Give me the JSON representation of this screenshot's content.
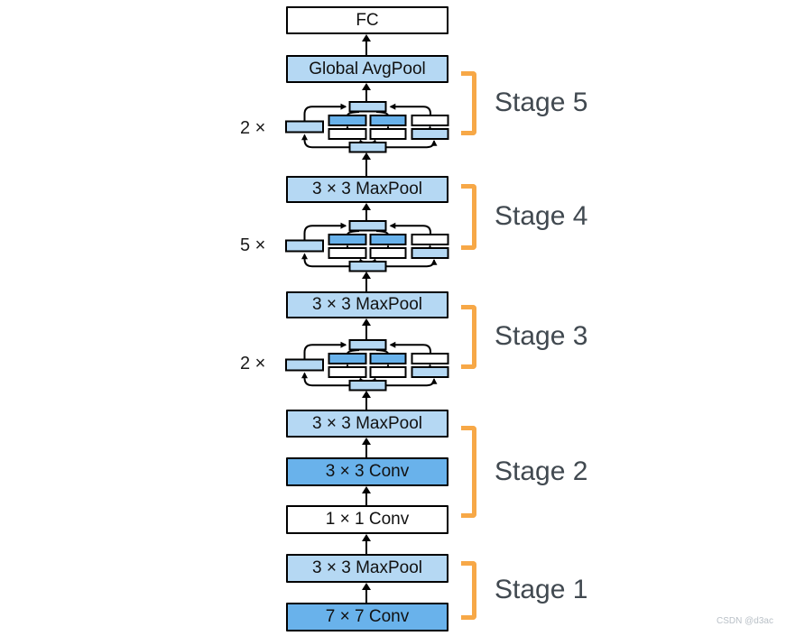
{
  "colors": {
    "pool_fill": "#B5D8F3",
    "conv_fill": "#69B2EB",
    "plain_fill": "#FFFFFF",
    "outline": "#000000",
    "bracket_orange": "#F7A847",
    "stage_label_gray": "#414950",
    "watermark_gray": "#B9C0C7"
  },
  "boxes": {
    "fc": "FC",
    "global_avgpool": "Global AvgPool",
    "maxpool_stage4": "3 × 3 MaxPool",
    "maxpool_stage3": "3 × 3 MaxPool",
    "maxpool_stage2": "3 × 3 MaxPool",
    "conv_3x3": "3 × 3 Conv",
    "conv_1x1": "1 × 1 Conv",
    "maxpool_stage1": "3 × 3 MaxPool",
    "conv_7x7": "7 × 7 Conv"
  },
  "inception_multipliers": {
    "stage5": "2 ×",
    "stage4": "5 ×",
    "stage3": "2 ×"
  },
  "stage_labels": {
    "stage5": "Stage 5",
    "stage4": "Stage 4",
    "stage3": "Stage 3",
    "stage2": "Stage 2",
    "stage1": "Stage 1"
  },
  "watermark": "CSDN @d3ac"
}
